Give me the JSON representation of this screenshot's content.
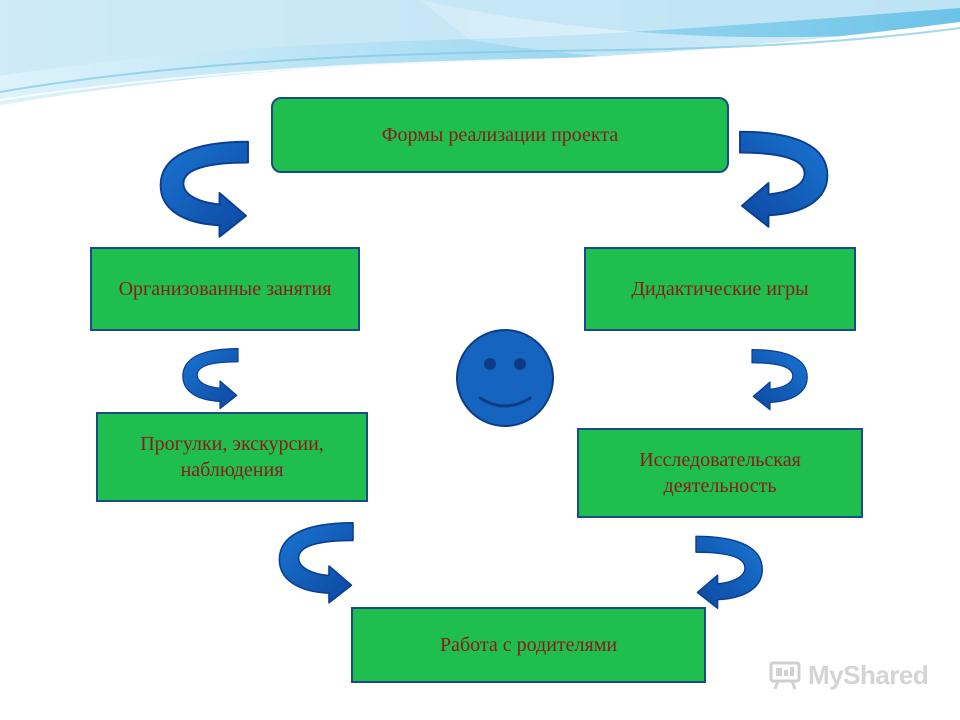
{
  "diagram": {
    "top_box": "Формы реализации проекта",
    "left_boxes": [
      "Организованные занятия",
      "Прогулки, экскурсии, наблюдения"
    ],
    "right_boxes": [
      "Дидактические игры",
      "Исследовательская деятельность"
    ],
    "bottom_box": "Работа с родителями"
  },
  "watermark": {
    "text": "MyShared"
  },
  "colors": {
    "box_fill": "#1fbf4f",
    "box_border": "#1a4b86",
    "box_text": "#8b1a1a",
    "arrow_blue": "#1565c0",
    "smiley_blue": "#1565c0",
    "wave_light": "#bfe6f7"
  },
  "icons": {
    "arrows": "curved-arrow-icon",
    "center": "smiley-face-icon",
    "watermark": "presentation-board-icon"
  }
}
